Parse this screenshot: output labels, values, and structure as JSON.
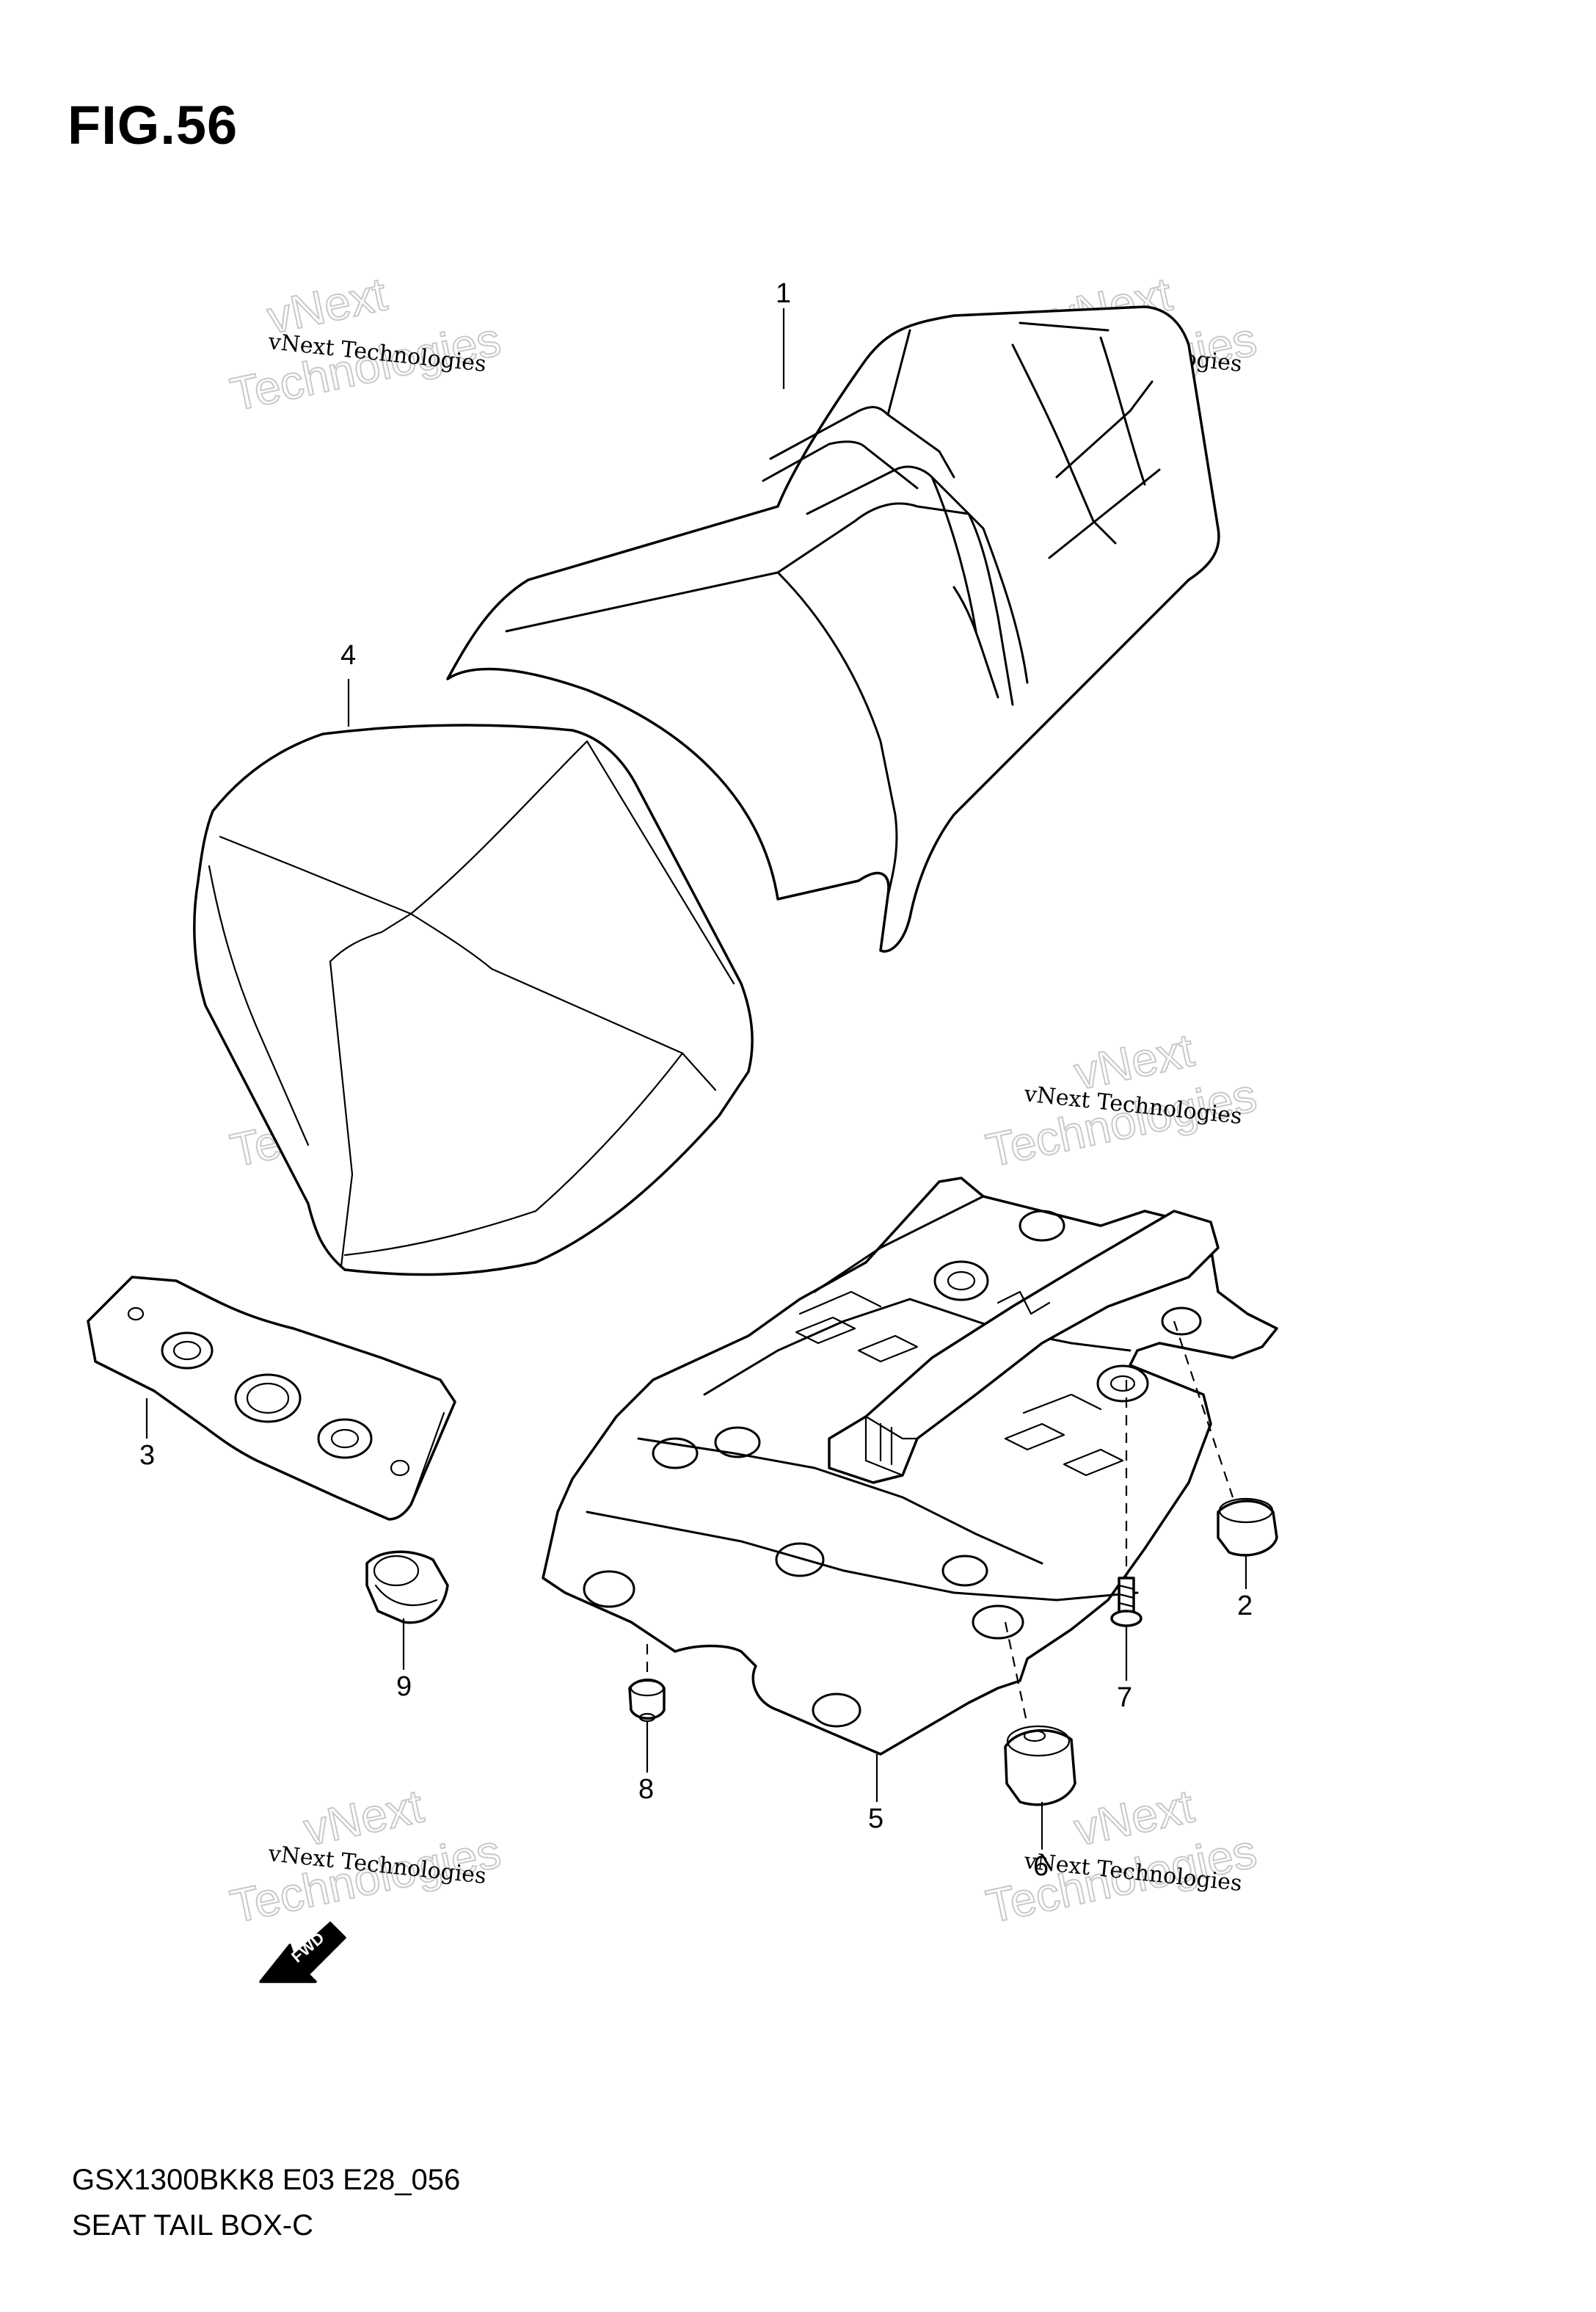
{
  "figure": {
    "title": "FIG.56",
    "model_code": "GSX1300BKK8 E03 E28_056",
    "section_name": "SEAT TAIL BOX-C"
  },
  "watermark": {
    "line1": "vNext Technologies",
    "line2": "vNext",
    "line3": "Technologies"
  },
  "callouts": {
    "p1": "1",
    "p2": "2",
    "p3": "3",
    "p4": "4",
    "p5": "5",
    "p6": "6",
    "p7": "7",
    "p8": "8",
    "p9": "9"
  },
  "fwd_arrow": {
    "label": "FWD"
  }
}
